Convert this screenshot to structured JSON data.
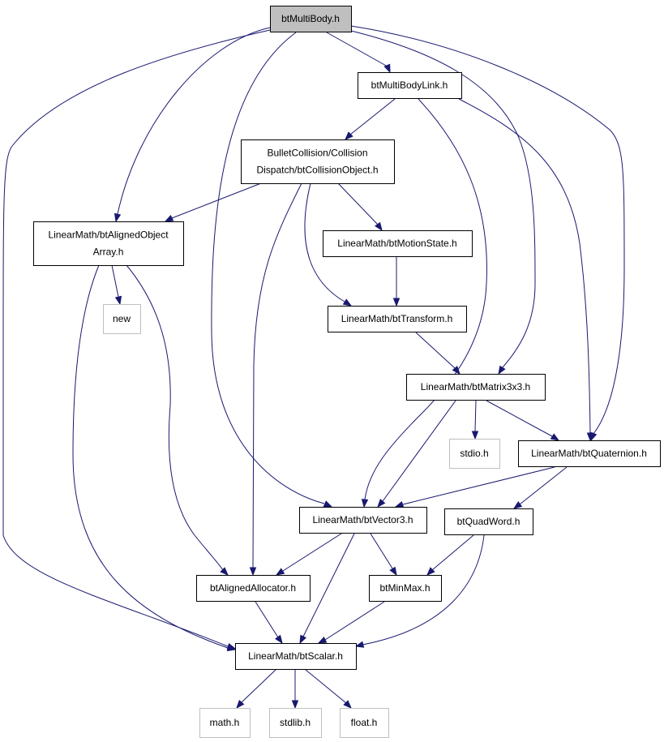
{
  "nodes": {
    "btMultiBody": {
      "lines": [
        "btMultiBody.h"
      ],
      "kind": "root"
    },
    "btMultiBodyLink": {
      "lines": [
        "btMultiBodyLink.h"
      ],
      "kind": "normal"
    },
    "btCollisionObject": {
      "lines": [
        "BulletCollision/Collision",
        "Dispatch/btCollisionObject.h"
      ],
      "kind": "normal"
    },
    "btAlignedObjectArray": {
      "lines": [
        "LinearMath/btAlignedObject",
        "Array.h"
      ],
      "kind": "normal"
    },
    "btMotionState": {
      "lines": [
        "LinearMath/btMotionState.h"
      ],
      "kind": "normal"
    },
    "new": {
      "lines": [
        "new"
      ],
      "kind": "external"
    },
    "btTransform": {
      "lines": [
        "LinearMath/btTransform.h"
      ],
      "kind": "normal"
    },
    "btMatrix3x3": {
      "lines": [
        "LinearMath/btMatrix3x3.h"
      ],
      "kind": "normal"
    },
    "stdio": {
      "lines": [
        "stdio.h"
      ],
      "kind": "external"
    },
    "btQuaternion": {
      "lines": [
        "LinearMath/btQuaternion.h"
      ],
      "kind": "normal"
    },
    "btVector3": {
      "lines": [
        "LinearMath/btVector3.h"
      ],
      "kind": "normal"
    },
    "btQuadWord": {
      "lines": [
        "btQuadWord.h"
      ],
      "kind": "normal"
    },
    "btAlignedAllocator": {
      "lines": [
        "btAlignedAllocator.h"
      ],
      "kind": "normal"
    },
    "btMinMax": {
      "lines": [
        "btMinMax.h"
      ],
      "kind": "normal"
    },
    "btScalar": {
      "lines": [
        "LinearMath/btScalar.h"
      ],
      "kind": "normal"
    },
    "math": {
      "lines": [
        "math.h"
      ],
      "kind": "external"
    },
    "stdlib": {
      "lines": [
        "stdlib.h"
      ],
      "kind": "external"
    },
    "float": {
      "lines": [
        "float.h"
      ],
      "kind": "external"
    }
  },
  "edges": [
    [
      "btMultiBody",
      "btMultiBodyLink"
    ],
    [
      "btMultiBody",
      "btAlignedObjectArray"
    ],
    [
      "btMultiBody",
      "btVector3"
    ],
    [
      "btMultiBody",
      "btScalar"
    ],
    [
      "btMultiBody",
      "btQuaternion"
    ],
    [
      "btMultiBody",
      "btMatrix3x3"
    ],
    [
      "btMultiBodyLink",
      "btCollisionObject"
    ],
    [
      "btMultiBodyLink",
      "btVector3"
    ],
    [
      "btMultiBodyLink",
      "btQuaternion"
    ],
    [
      "btCollisionObject",
      "btAlignedObjectArray"
    ],
    [
      "btCollisionObject",
      "btMotionState"
    ],
    [
      "btCollisionObject",
      "btTransform"
    ],
    [
      "btCollisionObject",
      "btAlignedAllocator"
    ],
    [
      "btAlignedObjectArray",
      "new"
    ],
    [
      "btAlignedObjectArray",
      "btScalar"
    ],
    [
      "btAlignedObjectArray",
      "btAlignedAllocator"
    ],
    [
      "btMotionState",
      "btTransform"
    ],
    [
      "btTransform",
      "btMatrix3x3"
    ],
    [
      "btMatrix3x3",
      "stdio"
    ],
    [
      "btMatrix3x3",
      "btQuaternion"
    ],
    [
      "btMatrix3x3",
      "btVector3"
    ],
    [
      "btQuaternion",
      "btVector3"
    ],
    [
      "btQuaternion",
      "btQuadWord"
    ],
    [
      "btVector3",
      "btAlignedAllocator"
    ],
    [
      "btVector3",
      "btMinMax"
    ],
    [
      "btVector3",
      "btScalar"
    ],
    [
      "btQuadWord",
      "btMinMax"
    ],
    [
      "btQuadWord",
      "btScalar"
    ],
    [
      "btAlignedAllocator",
      "btScalar"
    ],
    [
      "btMinMax",
      "btScalar"
    ],
    [
      "btScalar",
      "math"
    ],
    [
      "btScalar",
      "stdlib"
    ],
    [
      "btScalar",
      "float"
    ]
  ],
  "colors": {
    "edge": "#191970",
    "root_fill": "#bfbfbf",
    "external_border": "#bfbfbf",
    "node_border": "#000000"
  }
}
